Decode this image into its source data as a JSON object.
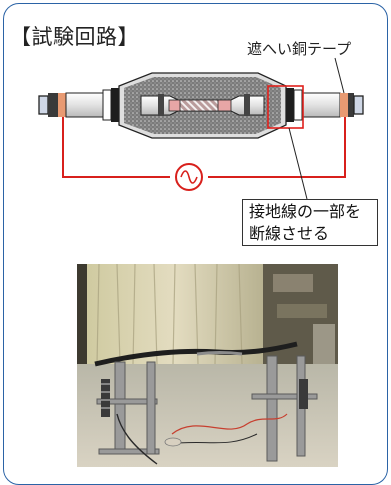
{
  "figure": {
    "title": "【試験回路】",
    "shield_label": "遮へい銅テープ",
    "callout_lines": [
      "接地線の一部を",
      "断線させる"
    ],
    "source_icon": "ac-source-icon",
    "colors": {
      "frame": "#2b63a6",
      "circuit_wire": "#d8201c",
      "highlight_box": "#e0201c"
    }
  },
  "photo": {
    "subject": "test-setup-photo"
  }
}
